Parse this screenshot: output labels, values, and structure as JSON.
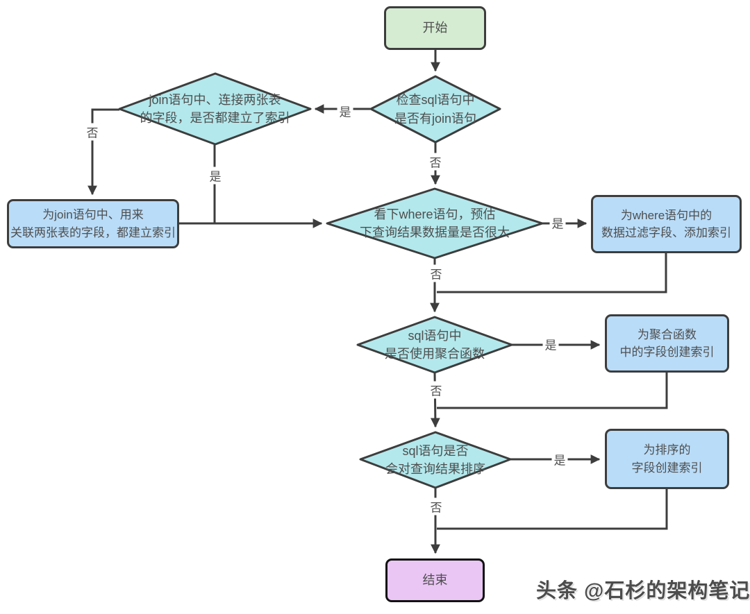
{
  "nodes": {
    "start": {
      "label": "开始"
    },
    "check_join": {
      "label": "检查sql语句中\n是否有join语句"
    },
    "join_indexed": {
      "label": "join语句中、连接两张表\n的字段，是否都建立了索引"
    },
    "create_join_index": {
      "label": "为join语句中、用来\n关联两张表的字段，都建立索引"
    },
    "check_where": {
      "label": "看下where语句，预估\n下查询结果数据量是否很大"
    },
    "create_where_index": {
      "label": "为where语句中的\n数据过滤字段、添加索引"
    },
    "check_aggregate": {
      "label": "sql语句中\n是否使用聚合函数"
    },
    "create_aggregate_index": {
      "label": "为聚合函数\n中的字段创建索引"
    },
    "check_sort": {
      "label": "sql语句是否\n会对查询结果排序"
    },
    "create_sort_index": {
      "label": "为排序的\n字段创建索引"
    },
    "end": {
      "label": "结束"
    }
  },
  "edge_labels": {
    "check_join_yes": "是",
    "check_join_no": "否",
    "join_indexed_no": "否",
    "join_indexed_yes": "是",
    "check_where_yes": "是",
    "check_where_no": "否",
    "check_aggregate_yes": "是",
    "check_aggregate_no": "否",
    "check_sort_yes": "是",
    "check_sort_no": "否"
  },
  "watermark": "头条 @石杉的架构笔记",
  "colors": {
    "start_fill": "#d5ecd2",
    "decision_fill": "#b3e8ec",
    "process_fill": "#b9dcf8",
    "end_fill": "#eac6f5",
    "stroke": "#3d3d3d",
    "text": "#4e4e4e"
  }
}
